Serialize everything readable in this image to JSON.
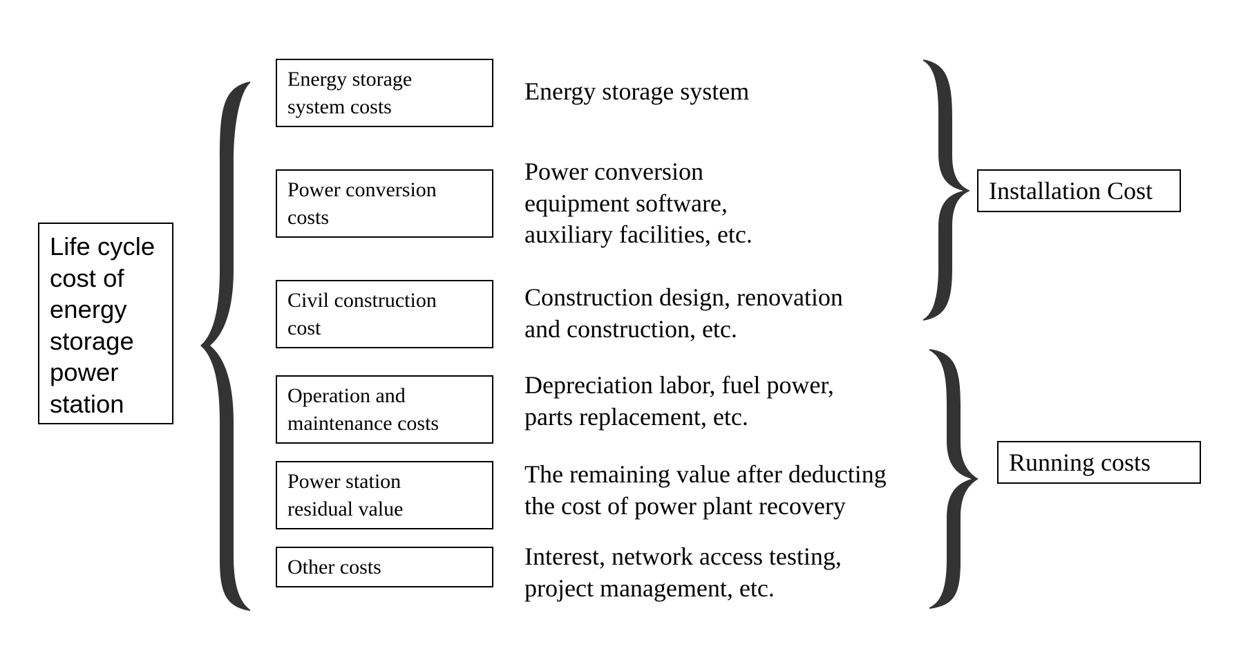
{
  "root": {
    "label": "Life cycle\ncost of\nenergy\nstorage\npower\nstation"
  },
  "categories": [
    {
      "label": "Energy storage\nsystem costs",
      "description": "Energy storage system"
    },
    {
      "label": "Power conversion\ncosts",
      "description": "Power conversion\nequipment software,\nauxiliary facilities, etc."
    },
    {
      "label": "Civil construction\ncost",
      "description": "Construction design, renovation\nand construction, etc."
    },
    {
      "label": "Operation and\nmaintenance costs",
      "description": "Depreciation labor, fuel power,\nparts replacement, etc."
    },
    {
      "label": "Power station\nresidual value",
      "description": "The remaining value after deducting\nthe cost of power plant recovery"
    },
    {
      "label": "Other costs",
      "description": "Interest, network access testing,\nproject management, etc."
    }
  ],
  "groups": {
    "installation": {
      "label": "Installation Cost"
    },
    "running": {
      "label": "Running costs"
    }
  },
  "colors": {
    "border": "#000000",
    "brace": "#333333",
    "background": "#ffffff"
  }
}
